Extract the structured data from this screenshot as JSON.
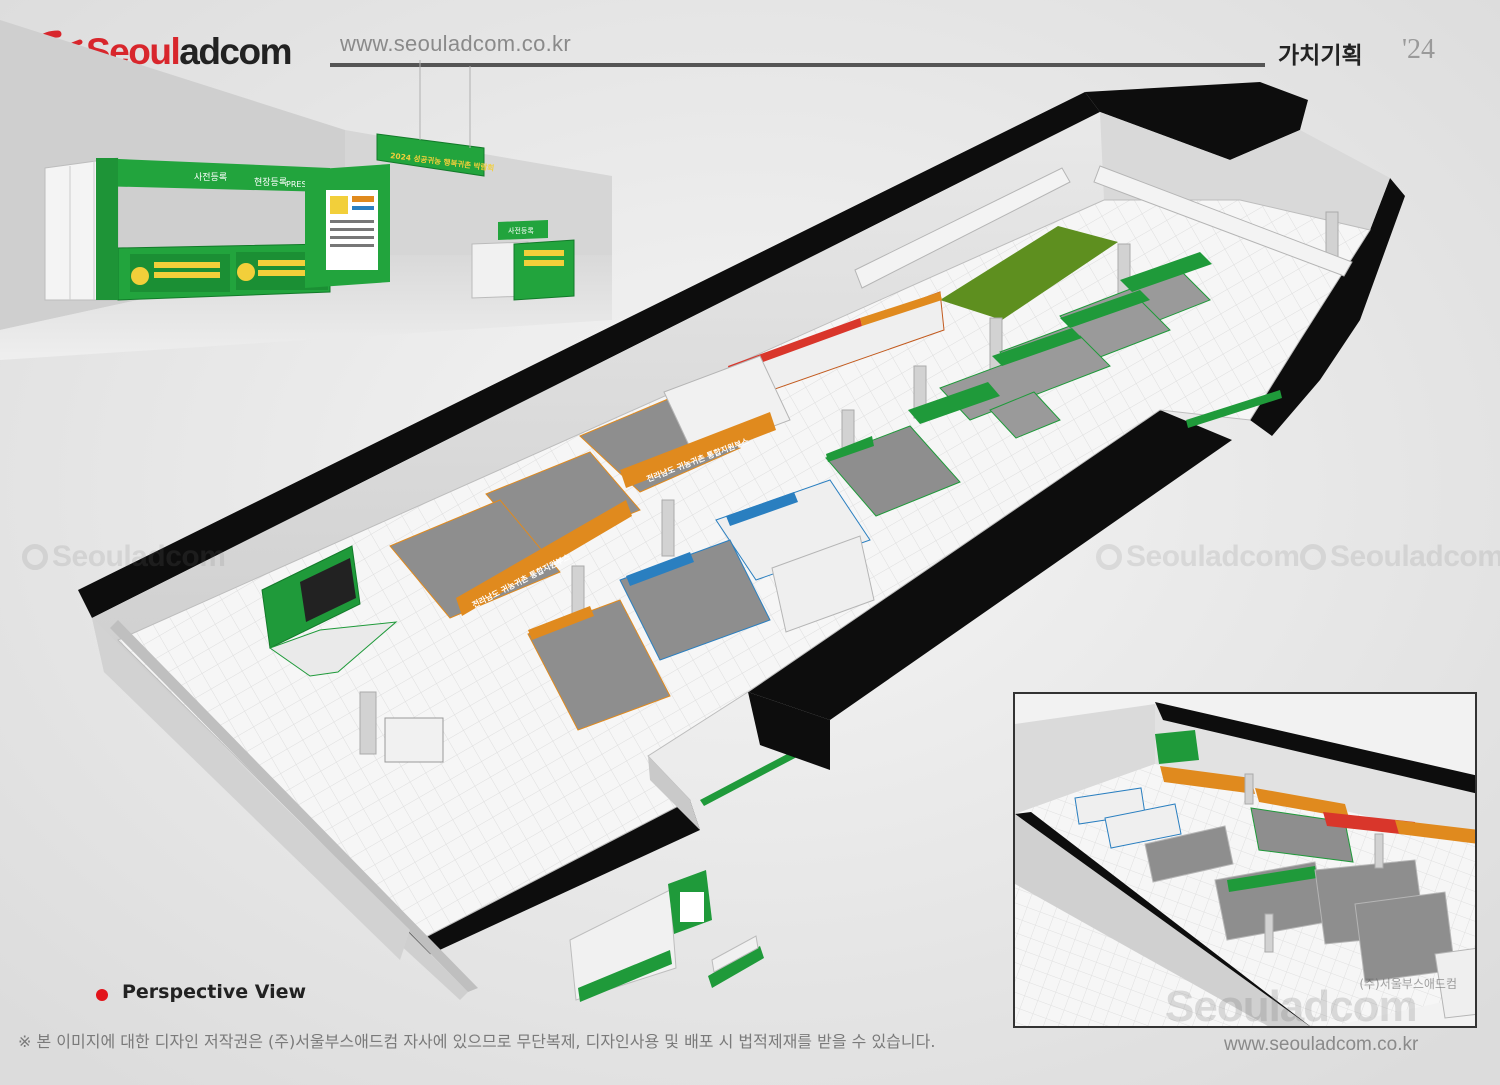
{
  "header": {
    "logo_text_red": "Seoul",
    "logo_text_dark": "adcom",
    "url": "www.seouladcom.co.kr",
    "title": "가치기획",
    "year": "'24"
  },
  "colors": {
    "brand_red": "#d8262c",
    "booth_green": "#1f9a3a",
    "booth_orange": "#e08a1e",
    "booth_blue": "#2a7fc0",
    "wall_black": "#0d0d0d",
    "floor": "#f4f4f4"
  },
  "icons": {
    "logo_mark": "seouladcom-swoosh-icon",
    "legend_bullet": "red-dot-icon"
  },
  "render": {
    "main": "exhibition-hall-perspective",
    "entrance": "registration-booth-render",
    "inset": "alternate-angle-render"
  },
  "signage": {
    "entrance_banner": "2024 성공귀농 행복귀촌 박람회",
    "desk_left": "사전등록",
    "desk_mid": "현장등록",
    "press": "PRESS",
    "desk_right": "사전등록",
    "hall_banner": "전라남도 귀농귀촌 통합지원부스"
  },
  "watermark": "Seouladcom",
  "inset": {
    "caption": "(주)서울부스애드컴",
    "watermark": "Seouladcom"
  },
  "footer": {
    "legend_label": "Perspective View",
    "copyright": "※ 본 이미지에 대한 디자인 저작권은 (주)서울부스애드컴 자사에 있으므로 무단복제, 디자인사용 및 배포 시 법적제재를 받을 수 있습니다.",
    "url": "www.seouladcom.co.kr"
  }
}
